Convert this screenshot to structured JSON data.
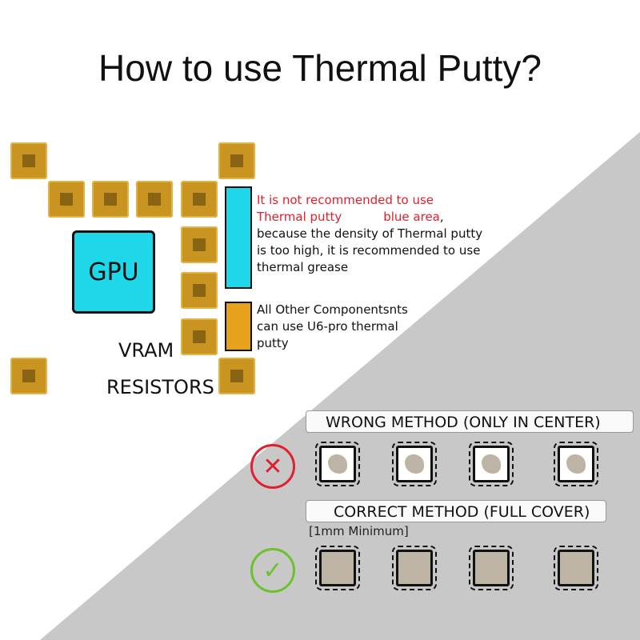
{
  "title": "How to use Thermal Putty?",
  "diagram": {
    "gpu_label": "GPU",
    "vram_label": "VRAM",
    "resistors_label": "RESISTORS"
  },
  "legend": {
    "blue_color": "#1ed8ea",
    "orange_color": "#e8a11a",
    "blue_note_red_line1": "It is not recommended to use",
    "blue_note_red_line2a": "Thermal putty",
    "blue_note_red_line2b": "blue area",
    "blue_note_rest": "because the density of Thermal putty is too high, it is recommended to use thermal grease",
    "orange_note": "All Other Componentsnts can use U6-pro thermal putty"
  },
  "methods": {
    "wrong_label": "WRONG METHOD (ONLY IN CENTER)",
    "correct_label": "CORRECT METHOD (FULL COVER)",
    "minimum_note": "[1mm Minimum]",
    "wrong_icon": "x-circle-icon",
    "correct_icon": "check-circle-icon"
  }
}
